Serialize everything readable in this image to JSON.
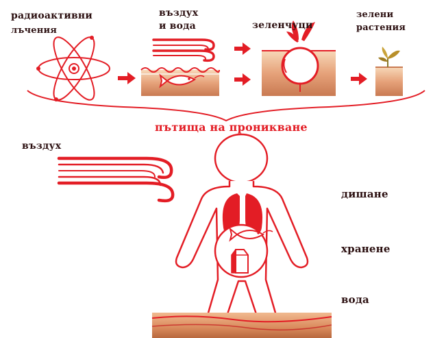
{
  "labels": {
    "radiation_line1": "радиоактивни",
    "radiation_line2": "лъчения",
    "air_water_line1": "въздух",
    "air_water_line2": "и вода",
    "vegetables": "зеленчуци",
    "green_plants_line1": "зелени",
    "green_plants_line2": "растения",
    "pathways_title": "пътища на проникване",
    "air": "въздух",
    "breathing": "дишане",
    "eating": "хранене",
    "water": "вода"
  },
  "colors": {
    "primary_red": "#e31d25",
    "dark_red": "#b8141b",
    "text_dark": "#2b0f10",
    "soil_orange": "#d98a5c",
    "soil_light": "#f3c9a6"
  },
  "icons": [
    "atom-icon",
    "wind-icon",
    "fish-icon",
    "radish-icon",
    "plant-icon",
    "milk-carton-icon"
  ]
}
